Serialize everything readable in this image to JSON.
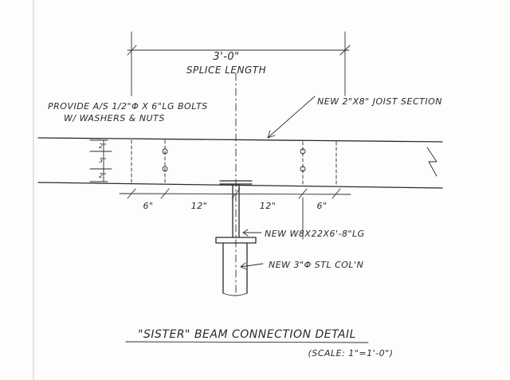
{
  "drawing": {
    "splice_dimension": "3'-0\"",
    "splice_label": "SPLICE LENGTH",
    "bolts_note_line1": "PROVIDE A/S 1/2\"Φ X 6\"LG BOLTS",
    "bolts_note_line2": "W/ WASHERS & NUTS",
    "joist_note": "NEW 2\"X8\" JOIST SECTION",
    "vertical_dims": [
      "2\"",
      "3\"",
      "2\""
    ],
    "horizontal_dims": [
      "6\"",
      "12\"",
      "12\"",
      "6\""
    ],
    "beam_note": "NEW W8X22X6'-8\"LG",
    "column_note": "NEW 3\"Φ STL COL'N",
    "title": "\"SISTER\" BEAM CONNECTION DETAIL",
    "scale": "(SCALE: 1\"=1'-0\")"
  },
  "colors": {
    "ink": "#2b2b2b",
    "paper": "#fdfdfb"
  }
}
